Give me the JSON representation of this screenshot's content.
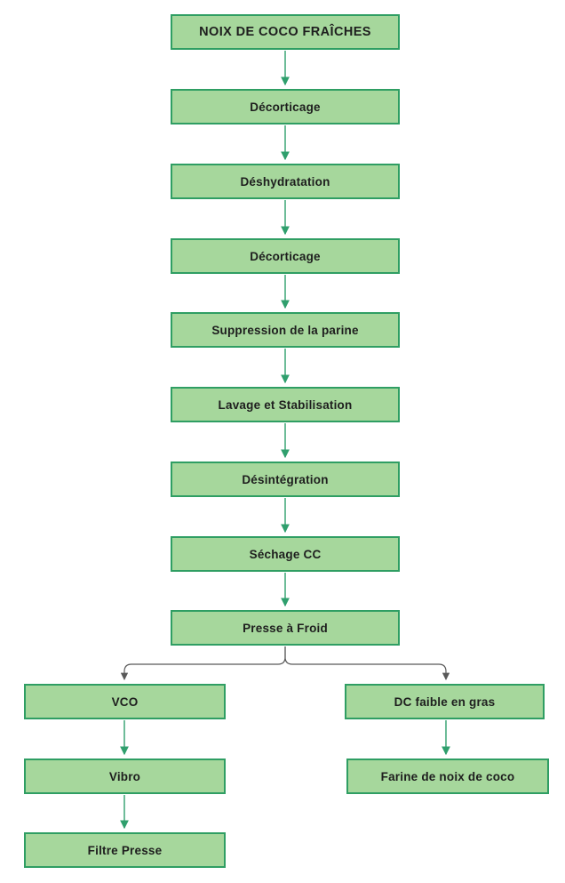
{
  "diagram": {
    "nodes": [
      {
        "id": "noix-de-coco-fraiches",
        "label": "NOIX DE COCO FRAÎCHES"
      },
      {
        "id": "decorticage-1",
        "label": "Décorticage"
      },
      {
        "id": "deshydratation",
        "label": "Déshydratation"
      },
      {
        "id": "decorticage-2",
        "label": "Décorticage"
      },
      {
        "id": "suppression-de-la-parine",
        "label": "Suppression de la parine"
      },
      {
        "id": "lavage-et-stabilisation",
        "label": "Lavage et Stabilisation"
      },
      {
        "id": "desintegration",
        "label": "Désintégration"
      },
      {
        "id": "sechage-cc",
        "label": "Séchage CC"
      },
      {
        "id": "presse-a-froid",
        "label": "Presse à Froid"
      },
      {
        "id": "vco",
        "label": "VCO"
      },
      {
        "id": "dc-faible-en-gras",
        "label": "DC faible en gras"
      },
      {
        "id": "vibro",
        "label": "Vibro"
      },
      {
        "id": "farine-de-noix-de-coco",
        "label": "Farine de noix de coco"
      },
      {
        "id": "filtre-presse",
        "label": "Filtre Presse"
      }
    ],
    "edges": [
      {
        "from": "noix-de-coco-fraiches",
        "to": "decorticage-1",
        "style": "green-arrow"
      },
      {
        "from": "decorticage-1",
        "to": "deshydratation",
        "style": "green-arrow"
      },
      {
        "from": "deshydratation",
        "to": "decorticage-2",
        "style": "green-arrow"
      },
      {
        "from": "decorticage-2",
        "to": "suppression-de-la-parine",
        "style": "green-arrow"
      },
      {
        "from": "suppression-de-la-parine",
        "to": "lavage-et-stabilisation",
        "style": "green-arrow"
      },
      {
        "from": "lavage-et-stabilisation",
        "to": "desintegration",
        "style": "green-arrow"
      },
      {
        "from": "desintegration",
        "to": "sechage-cc",
        "style": "green-arrow"
      },
      {
        "from": "sechage-cc",
        "to": "presse-a-froid",
        "style": "green-arrow"
      },
      {
        "from": "presse-a-froid",
        "to": "vco",
        "style": "gray-elbow-arrow"
      },
      {
        "from": "presse-a-froid",
        "to": "dc-faible-en-gras",
        "style": "gray-elbow-arrow"
      },
      {
        "from": "vco",
        "to": "vibro",
        "style": "green-arrow"
      },
      {
        "from": "vibro",
        "to": "filtre-presse",
        "style": "green-arrow"
      },
      {
        "from": "dc-faible-en-gras",
        "to": "farine-de-noix-de-coco",
        "style": "green-arrow"
      }
    ],
    "colors": {
      "node_fill": "#a6d79c",
      "node_border": "#2f9e63",
      "arrow_green": "#2f9f6d",
      "arrow_gray": "#595959",
      "text": "#1e1e1e",
      "background": "#ffffff"
    }
  }
}
